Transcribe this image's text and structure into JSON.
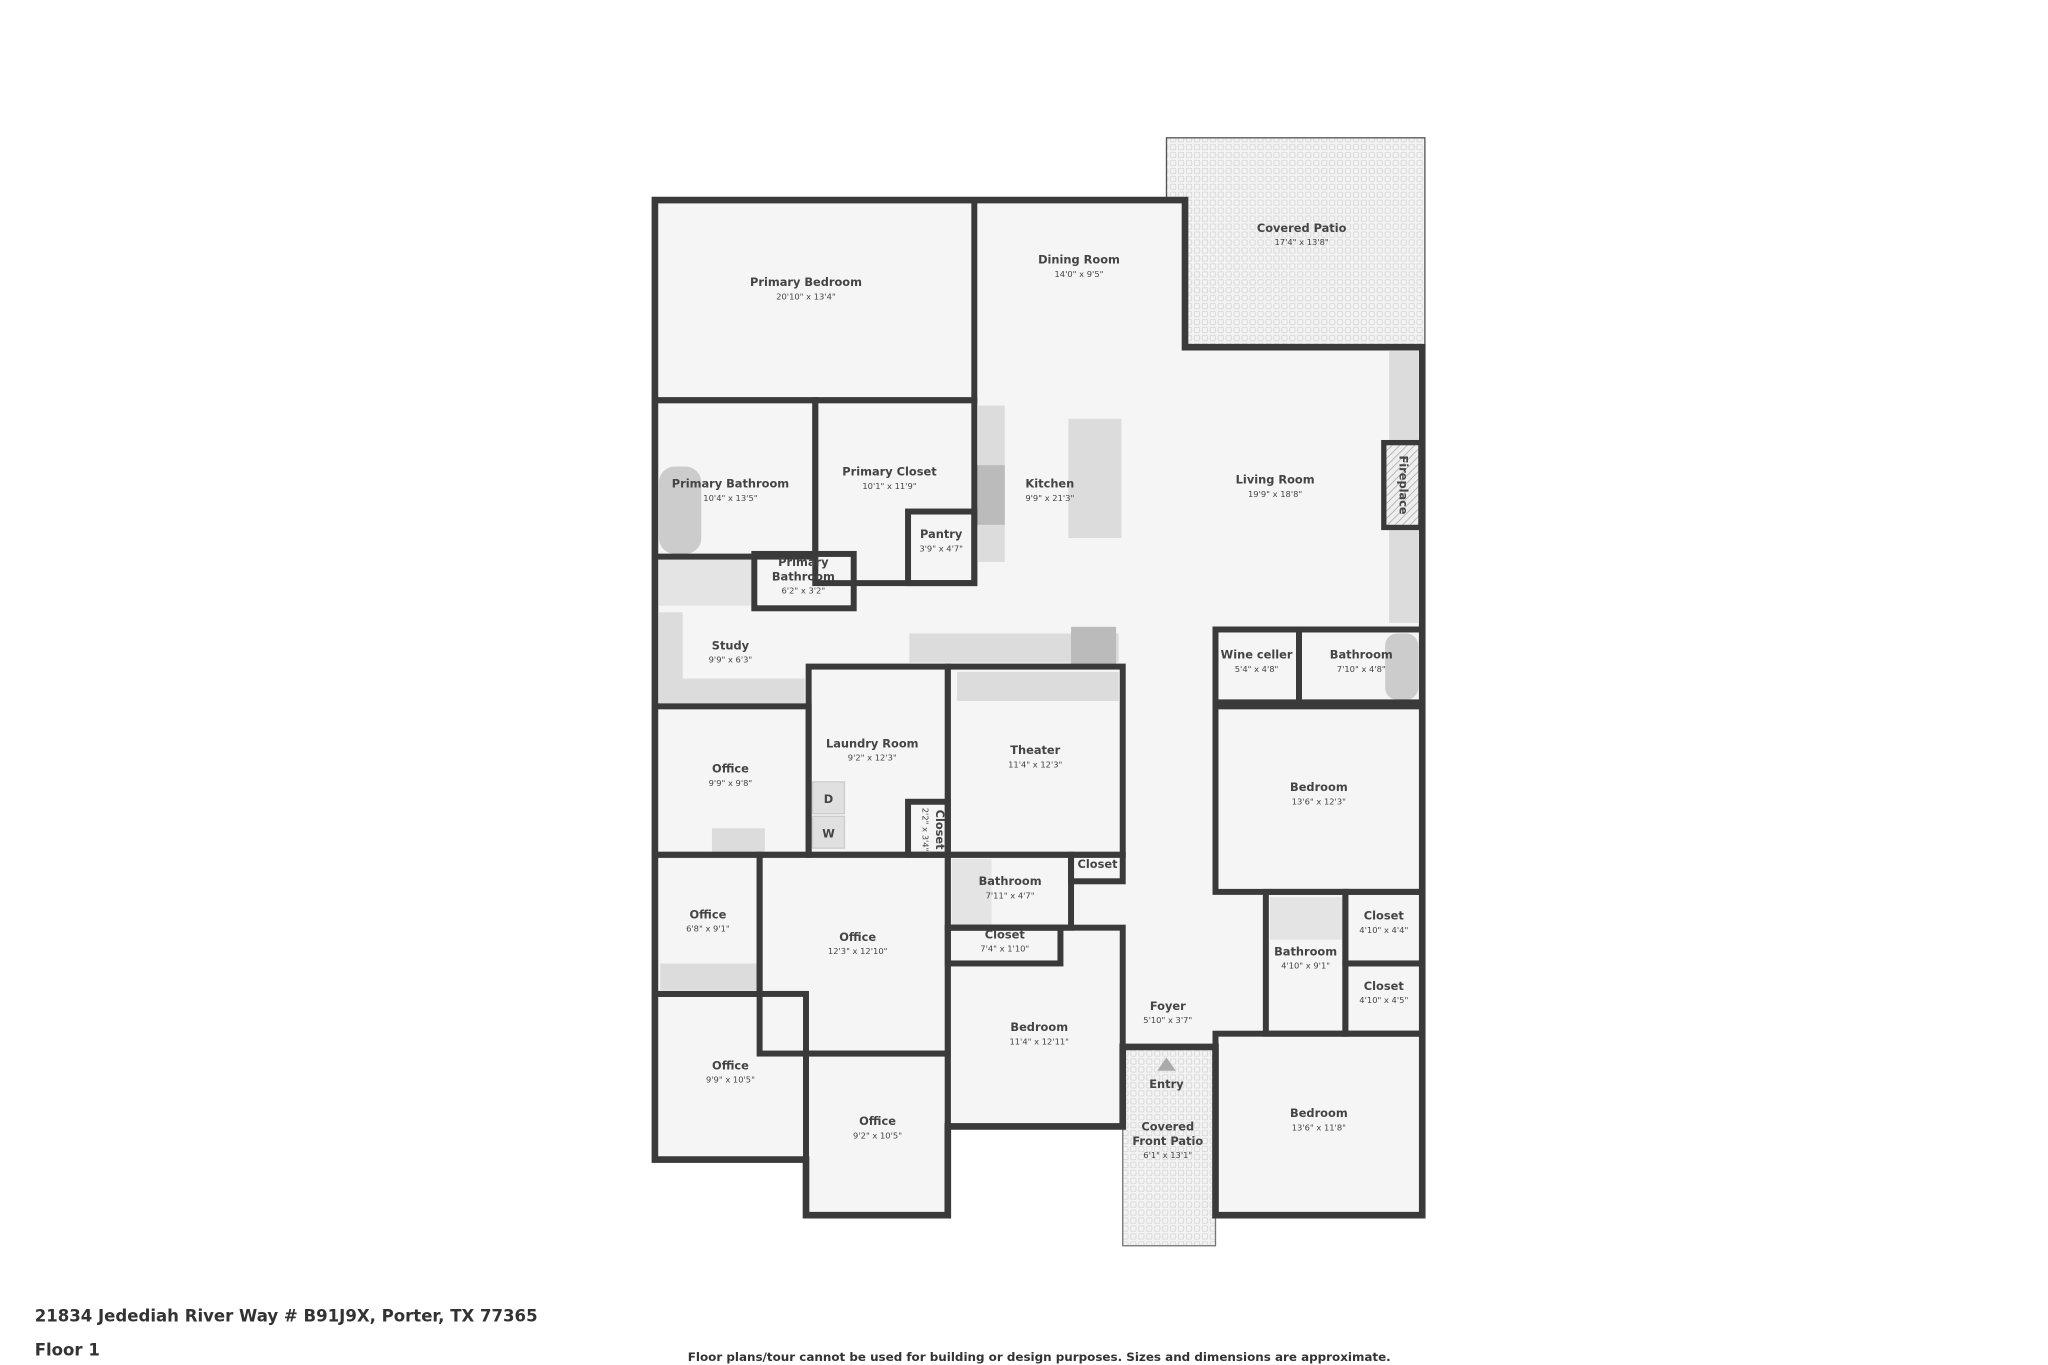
{
  "plan": {
    "rooms": [
      {
        "name": "Primary Bedroom",
        "dims": "20'10\" x 13'4\""
      },
      {
        "name": "Dining Room",
        "dims": "14'0\" x 9'5\""
      },
      {
        "name": "Covered Patio",
        "dims": "17'4\" x 13'8\""
      },
      {
        "name": "Primary Bathroom",
        "dims": "10'4\" x 13'5\""
      },
      {
        "name": "Primary Closet",
        "dims": "10'1\" x 11'9\""
      },
      {
        "name": "Kitchen",
        "dims": "9'9\" x 21'3\""
      },
      {
        "name": "Living Room",
        "dims": "19'9\" x 18'8\""
      },
      {
        "name": "Pantry",
        "dims": "3'9\" x 4'7\""
      },
      {
        "name": "Primary Bathroom",
        "dims": "6'2\" x 3'2\""
      },
      {
        "name": "Study",
        "dims": "9'9\" x 6'3\""
      },
      {
        "name": "Laundry Room",
        "dims": "9'2\" x 12'3\""
      },
      {
        "name": "Theater",
        "dims": "11'4\" x 12'3\""
      },
      {
        "name": "Wine celler",
        "dims": "5'4\" x 4'8\""
      },
      {
        "name": "Bathroom",
        "dims": "7'10\" x 4'8\""
      },
      {
        "name": "Office",
        "dims": "9'9\" x 9'8\""
      },
      {
        "name": "Closet",
        "dims": "2'2\" x 3'4\""
      },
      {
        "name": "Bedroom",
        "dims": "13'6\" x 12'3\""
      },
      {
        "name": "Bathroom",
        "dims": "7'11\" x 4'7\""
      },
      {
        "name": "Closet",
        "dims": ""
      },
      {
        "name": "Office",
        "dims": "6'8\" x 9'1\""
      },
      {
        "name": "Office",
        "dims": "12'3\" x 12'10\""
      },
      {
        "name": "Closet",
        "dims": "7'4\" x 1'10\""
      },
      {
        "name": "Closet",
        "dims": "4'10\" x 4'4\""
      },
      {
        "name": "Bathroom",
        "dims": "4'10\" x 9'1\""
      },
      {
        "name": "Closet",
        "dims": "4'10\" x 4'5\""
      },
      {
        "name": "Bedroom",
        "dims": "11'4\" x 12'11\""
      },
      {
        "name": "Foyer",
        "dims": "5'10\" x 3'7\""
      },
      {
        "name": "Office",
        "dims": "9'9\" x 10'5\""
      },
      {
        "name": "Office",
        "dims": "9'2\" x 10'5\""
      },
      {
        "name": "Covered Front Patio",
        "dims": "6'1\" x 13'1\""
      },
      {
        "name": "Bedroom",
        "dims": "13'6\" x 11'8\""
      }
    ],
    "fireplace_label": "Fireplace",
    "entry_label": "Entry",
    "appliances": {
      "dryer": "D",
      "washer": "W"
    }
  },
  "footer": {
    "address": "21834 Jedediah River Way # B91J9X, Porter, TX 77365",
    "floor": "Floor 1",
    "disclaimer": "Floor plans/tour cannot be used for building or design purposes. Sizes and dimensions are approximate."
  },
  "colors": {
    "wall": "#3a3a3a",
    "floor": "#f5f5f5",
    "fixture": "#dcdcdc"
  }
}
